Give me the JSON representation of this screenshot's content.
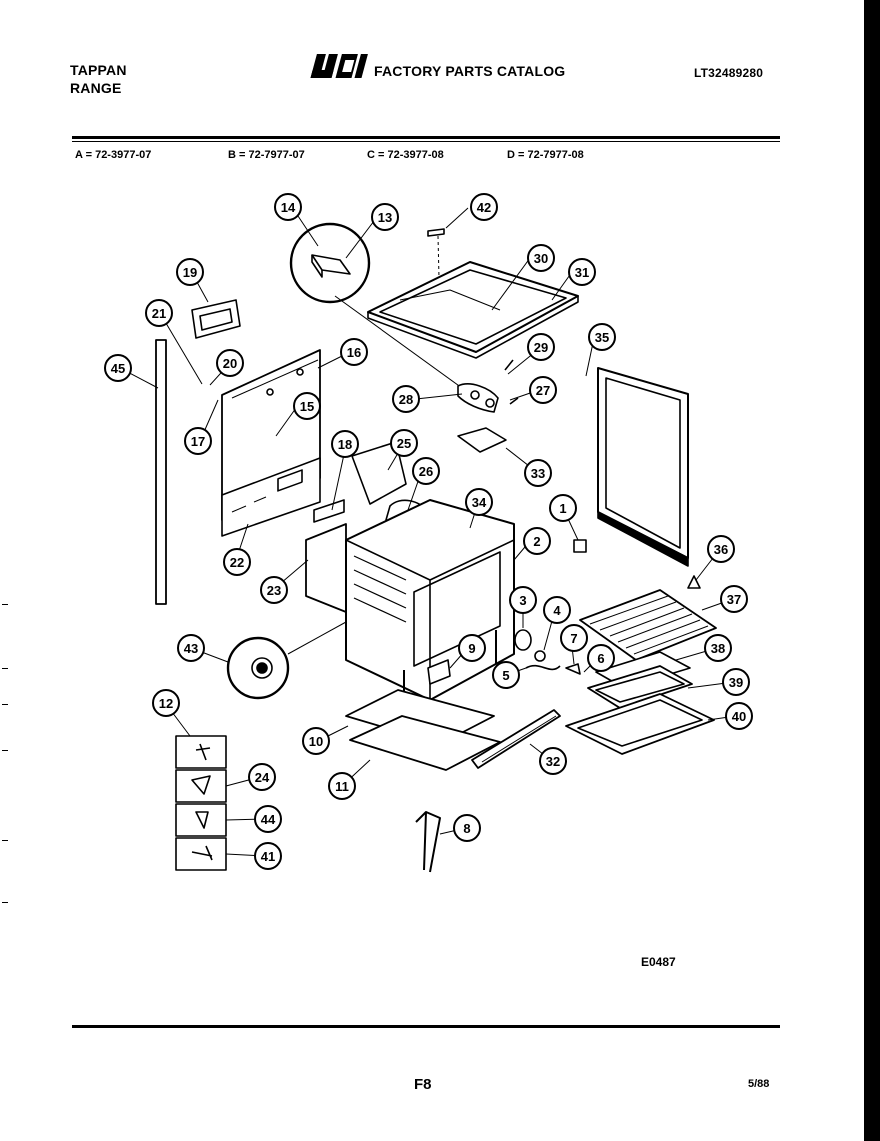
{
  "header": {
    "brand_line1": "TAPPAN",
    "brand_line2": "RANGE",
    "logo_text": "WCI",
    "catalog_title": "FACTORY PARTS CATALOG",
    "model_number": "LT32489280"
  },
  "variants": [
    "A = 72-3977-07",
    "B = 72-7977-07",
    "C = 72-3977-08",
    "D = 72-7977-08"
  ],
  "callouts": [
    "14",
    "13",
    "42",
    "30",
    "31",
    "19",
    "21",
    "16",
    "20",
    "45",
    "15",
    "17",
    "29",
    "28",
    "27",
    "35",
    "18",
    "25",
    "33",
    "26",
    "34",
    "1",
    "2",
    "22",
    "23",
    "36",
    "3",
    "4",
    "37",
    "43",
    "9",
    "7",
    "6",
    "38",
    "5",
    "39",
    "12",
    "10",
    "40",
    "24",
    "11",
    "32",
    "44",
    "8",
    "41"
  ],
  "footer": {
    "diagram_code": "E0487",
    "page_id": "F8",
    "date": "5/88"
  },
  "colors": {
    "ink": "#000000",
    "paper": "#ffffff"
  }
}
